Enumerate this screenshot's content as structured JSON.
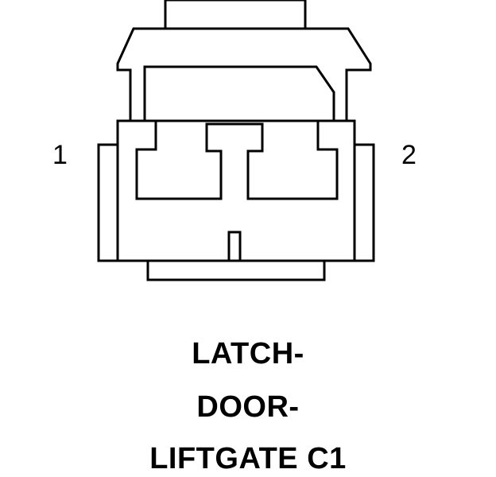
{
  "connector": {
    "pin_left": "1",
    "pin_right": "2",
    "stroke_color": "#000000",
    "fill_color": "#ffffff"
  },
  "caption": {
    "line1": "LATCH-",
    "line2": "DOOR-",
    "line3": "LIFTGATE C1"
  }
}
